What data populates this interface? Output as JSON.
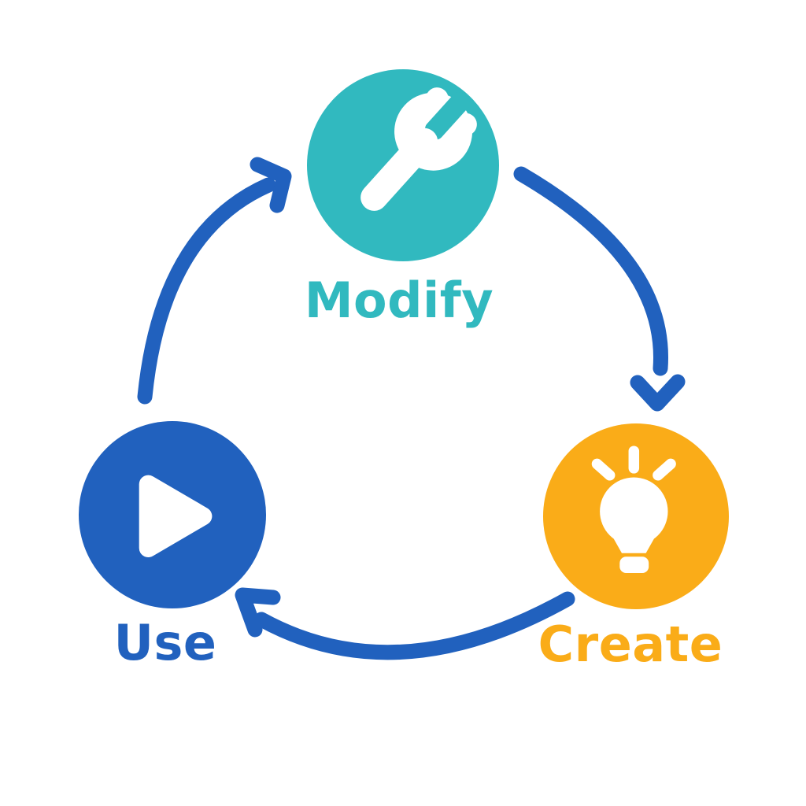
{
  "diagram": {
    "type": "cycle",
    "background_color": "#FFFFFF",
    "arrow_color": "#2161BE",
    "nodes": [
      {
        "id": "modify",
        "label": "Modify",
        "icon": "wrench-icon",
        "color": "#31B9BF",
        "position": "top-center"
      },
      {
        "id": "create",
        "label": "Create",
        "icon": "lightbulb-icon",
        "color": "#FAAC18",
        "position": "bottom-right"
      },
      {
        "id": "use",
        "label": "Use",
        "icon": "play-icon",
        "color": "#2161BE",
        "position": "bottom-left"
      }
    ],
    "edges": [
      {
        "from": "modify",
        "to": "create",
        "style": "curved-arrow"
      },
      {
        "from": "create",
        "to": "use",
        "style": "curved-arrow"
      },
      {
        "from": "use",
        "to": "modify",
        "style": "curved-arrow"
      }
    ]
  },
  "colors": {
    "teal": "#31B9BF",
    "blue": "#2161BE",
    "yellow": "#FAAC18",
    "icon": "#FFFFFF",
    "background": "#FFFFFF"
  }
}
